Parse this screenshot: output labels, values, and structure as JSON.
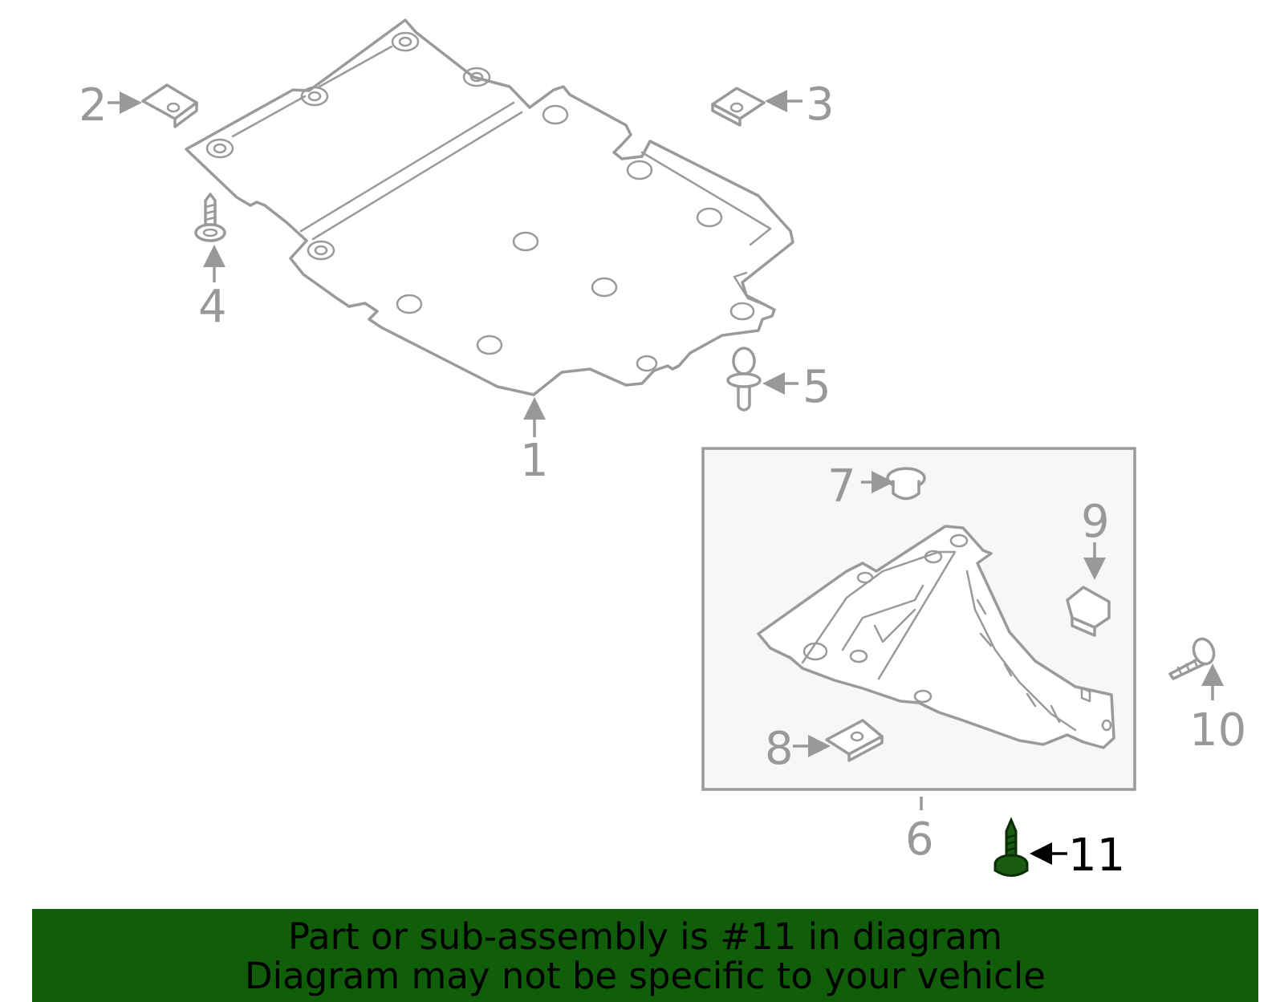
{
  "colors": {
    "highlight": "#115e0a",
    "line": "#9a9a9a",
    "label": "#999999",
    "box_fill": "#f7f7f7"
  },
  "callouts": [
    {
      "id": "1",
      "text": "1",
      "highlighted": false
    },
    {
      "id": "2",
      "text": "2",
      "highlighted": false
    },
    {
      "id": "3",
      "text": "3",
      "highlighted": false
    },
    {
      "id": "4",
      "text": "4",
      "highlighted": false
    },
    {
      "id": "5",
      "text": "5",
      "highlighted": false
    },
    {
      "id": "6",
      "text": "6",
      "highlighted": false
    },
    {
      "id": "7",
      "text": "7",
      "highlighted": false
    },
    {
      "id": "8",
      "text": "8",
      "highlighted": false
    },
    {
      "id": "9",
      "text": "9",
      "highlighted": false
    },
    {
      "id": "10",
      "text": "10",
      "highlighted": false
    },
    {
      "id": "11",
      "text": "11",
      "highlighted": true
    }
  ],
  "banner": {
    "line1": "Part or sub-assembly is #11 in diagram",
    "line2": "Diagram may not be specific to your vehicle"
  }
}
